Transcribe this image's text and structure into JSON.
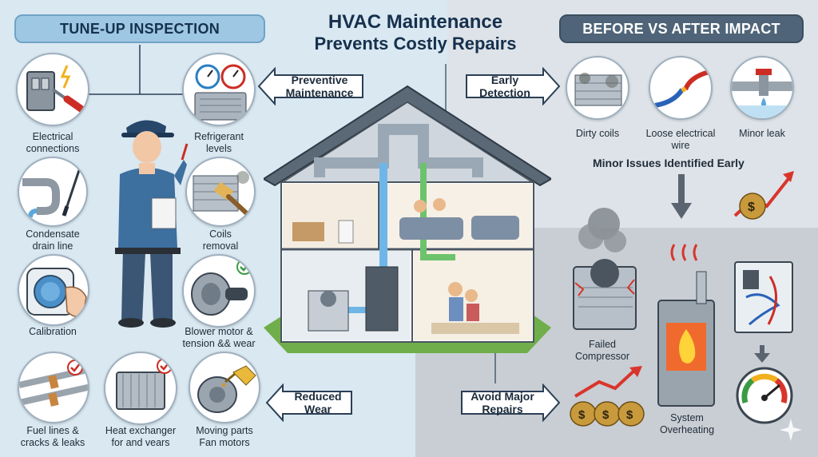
{
  "title": {
    "line1": "HVAC Maintenance",
    "line2": "Prevents Costly Repairs"
  },
  "left_banner": "TUNE-UP INSPECTION",
  "right_banner": "BEFORE VS AFTER IMPACT",
  "inspection_items": [
    {
      "label_l1": "Electrical",
      "label_l2": "connections",
      "icon": "screwdriver-icon"
    },
    {
      "label_l1": "Refrigerant",
      "label_l2": "levels",
      "icon": "gauge-icon"
    },
    {
      "label_l1": "Condensate",
      "label_l2": "drain line",
      "icon": "pipe-icon"
    },
    {
      "label_l1": "Coils",
      "label_l2": "removal",
      "icon": "brush-icon"
    },
    {
      "label_l1": "Calibration",
      "label_l2": "",
      "icon": "thermostat-icon"
    },
    {
      "label_l1": "Blower motor &",
      "label_l2": "tension && wear",
      "icon": "motor-icon"
    },
    {
      "label_l1": "Fuel lines &",
      "label_l2": "cracks & leaks",
      "icon": "fuel-line-icon"
    },
    {
      "label_l1": "Heat exchanger",
      "label_l2": "for and vears",
      "icon": "heat-exchanger-icon"
    },
    {
      "label_l1": "Moving parts",
      "label_l2": "Fan motors",
      "icon": "oil-can-icon"
    }
  ],
  "center_arrows": {
    "preventive": {
      "l1": "Preventive",
      "l2": "Maintenance"
    },
    "early": {
      "l1": "Early",
      "l2": "Detection"
    },
    "reduced": {
      "l1": "Reduced",
      "l2": "Wear"
    },
    "avoid": {
      "l1": "Avoid Major",
      "l2": "Repairs"
    }
  },
  "minor_issues": [
    {
      "label_l1": "Dirty coils",
      "label_l2": ""
    },
    {
      "label_l1": "Loose electrical",
      "label_l2": "wire"
    },
    {
      "label_l1": "Minor leak",
      "label_l2": ""
    }
  ],
  "minor_issues_caption": "Minor Issues Identified Early",
  "major_failures": [
    {
      "label_l1": "Failed",
      "label_l2": "Compressor"
    },
    {
      "label_l1": "System",
      "label_l2": "Overheating"
    }
  ],
  "colors": {
    "left_bg": "#d9e8f1",
    "right_bg": "#c9ced4",
    "banner_blue": "#9ec7e3",
    "banner_grey": "#4f6478",
    "duct_blue": "#6fb6e8",
    "duct_green": "#6cc36b",
    "accent_red": "#d9352b",
    "money_gold": "#c89a3c"
  }
}
